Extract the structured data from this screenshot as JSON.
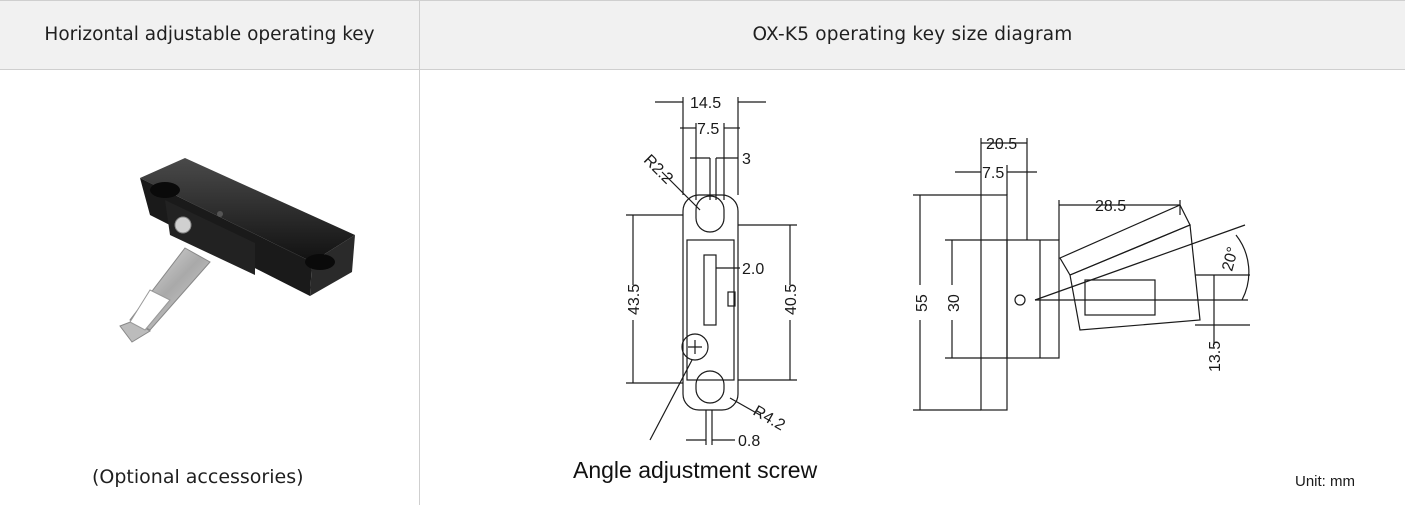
{
  "header": {
    "left_title": "Horizontal adjustable operating key",
    "right_title": "OX-K5 operating key size diagram"
  },
  "left_panel": {
    "caption": "(Optional accessories)",
    "image": "operating-key-photo"
  },
  "diagram": {
    "front_view": {
      "dims": {
        "w_14_5": "14.5",
        "w_7_5": "7.5",
        "w_3": "3",
        "r_2_2": "R2.2",
        "w_2_0": "2.0",
        "h_43_5": "43.5",
        "h_40_5": "40.5",
        "r_4_2": "R4.2",
        "w_0_8": "0.8"
      },
      "screw_label": "Angle adjustment screw"
    },
    "side_view": {
      "dims": {
        "w_20_5": "20.5",
        "w_7_5": "7.5",
        "w_28_5": "28.5",
        "angle_20": "20°",
        "h_55": "55",
        "h_30": "30",
        "h_13_5": "13.5"
      }
    },
    "unit": "Unit: mm"
  }
}
